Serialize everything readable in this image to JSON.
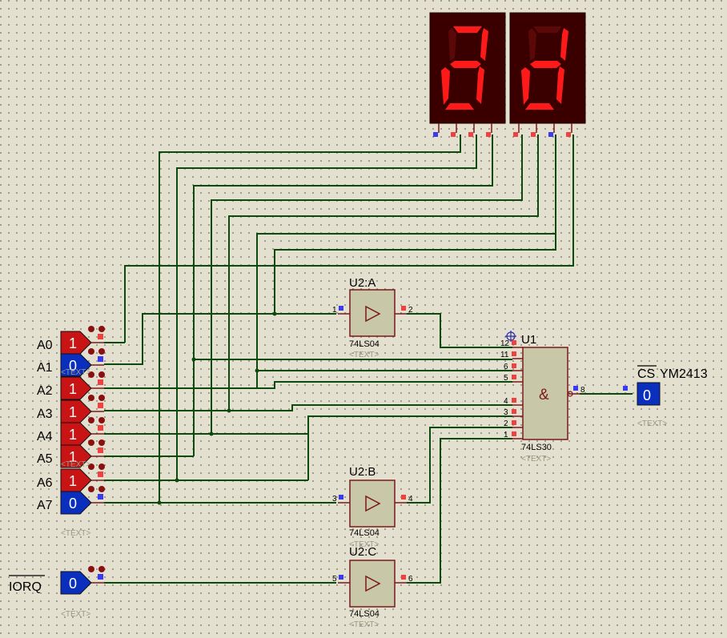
{
  "colors": {
    "wire": "#0d4a0d",
    "logic_high": "#c81414",
    "logic_low": "#0a2fbf",
    "component_body": "#c8c8a8",
    "component_outline": "#7a1818",
    "display_bg": "#3a0000",
    "segment_on": "#ff1a1a",
    "segment_off": "#5a0808",
    "background": "#e4e0d0"
  },
  "displays": [
    {
      "name": "left-digit",
      "segments": {
        "a": true,
        "b": true,
        "c": true,
        "d": true,
        "e": true,
        "f": false,
        "g": true
      }
    },
    {
      "name": "right-digit",
      "segments": {
        "a": false,
        "b": true,
        "c": true,
        "d": true,
        "e": true,
        "f": false,
        "g": true
      }
    }
  ],
  "inputs": [
    {
      "label": "A0",
      "value": "1",
      "state": "high"
    },
    {
      "label": "A1",
      "value": "0",
      "state": "low"
    },
    {
      "label": "A2",
      "value": "1",
      "state": "high"
    },
    {
      "label": "A3",
      "value": "1",
      "state": "high"
    },
    {
      "label": "A4",
      "value": "1",
      "state": "high"
    },
    {
      "label": "A5",
      "value": "1",
      "state": "high"
    },
    {
      "label": "A6",
      "value": "1",
      "state": "high"
    },
    {
      "label": "A7",
      "value": "0",
      "state": "low"
    }
  ],
  "iorq": {
    "label": "IORQ",
    "value": "0",
    "state": "low"
  },
  "placeholder_text": "<TEXT>",
  "gates": {
    "u2a": {
      "ref": "U2:A",
      "part": "74LS04",
      "pin_in": "1",
      "pin_out": "2"
    },
    "u2b": {
      "ref": "U2:B",
      "part": "74LS04",
      "pin_in": "3",
      "pin_out": "4"
    },
    "u2c": {
      "ref": "U2:C",
      "part": "74LS04",
      "pin_in": "5",
      "pin_out": "6"
    },
    "u1": {
      "ref": "U1",
      "part": "74LS30",
      "symbol": "&",
      "pins_in": [
        "12",
        "11",
        "6",
        "5",
        "4",
        "3",
        "2",
        "1"
      ],
      "pin_out": "8"
    }
  },
  "output": {
    "label_overbar": "CS",
    "label": "YM2413",
    "value": "0",
    "state": "low"
  }
}
